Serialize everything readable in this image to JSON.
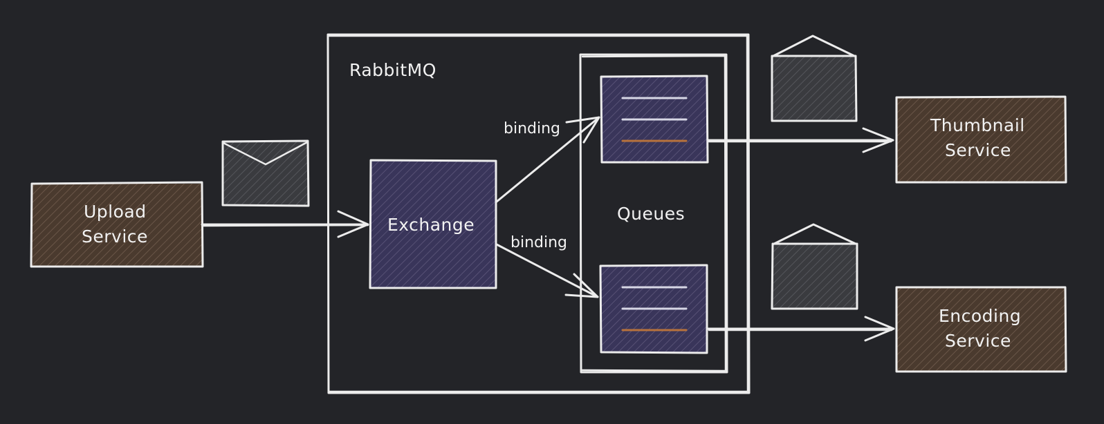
{
  "diagram": {
    "container_label": "RabbitMQ",
    "queues_label": "Queues",
    "nodes": {
      "upload": {
        "line1": "Upload",
        "line2": "Service"
      },
      "exchange": {
        "label": "Exchange"
      },
      "thumbnail": {
        "line1": "Thumbnail",
        "line2": "Service"
      },
      "encoding": {
        "line1": "Encoding",
        "line2": "Service"
      }
    },
    "bindings": [
      "binding",
      "binding"
    ]
  },
  "colors": {
    "background": "#232428",
    "service_fill": "#4a3a2e",
    "exchange_fill": "#3b3656",
    "queue_fill": "#39355a",
    "envelope_fill": "#3a3b3f",
    "line": "#ececec",
    "accent_queue_line": "#b8723c"
  },
  "icons": [
    "envelope-icon",
    "open-envelope-icon",
    "queue-icon"
  ]
}
